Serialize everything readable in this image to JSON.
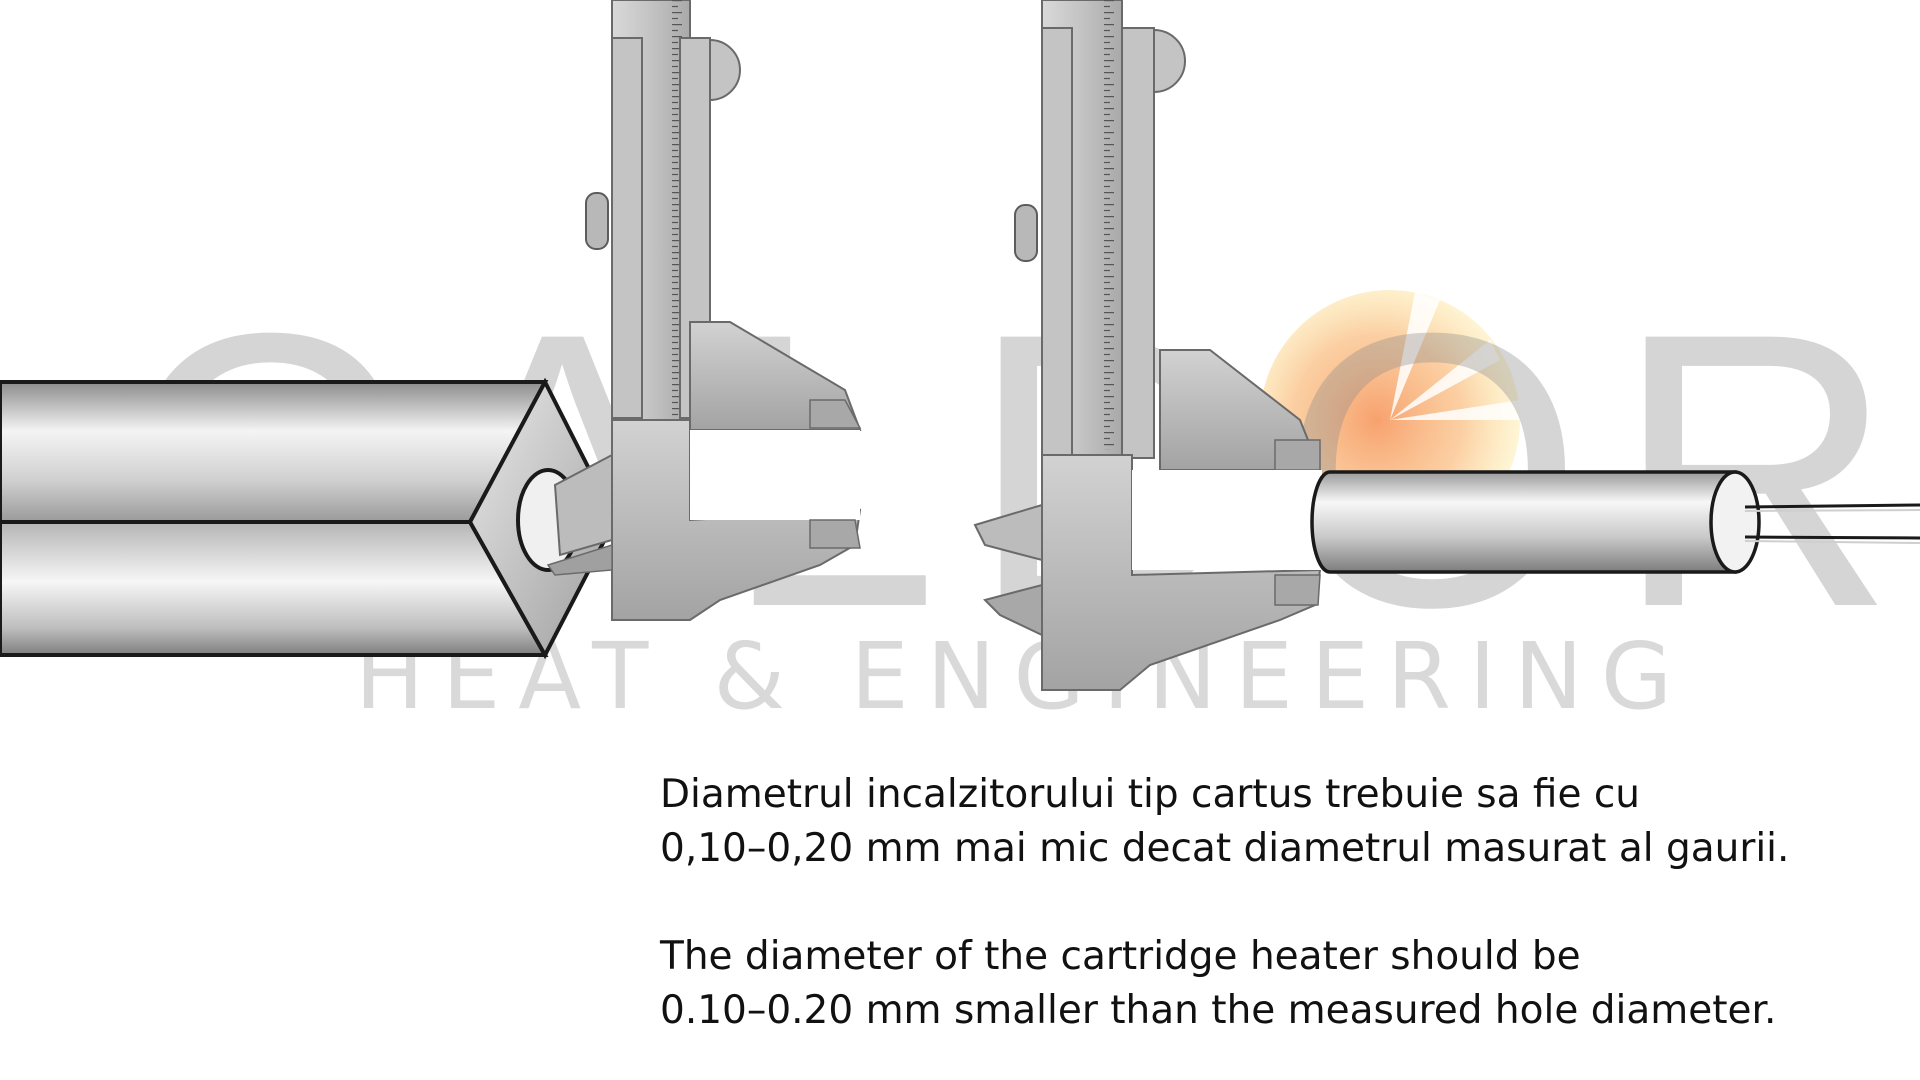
{
  "watermark": {
    "brand": "CALDOR",
    "tagline": "HEAT & ENGINEERING"
  },
  "caption": {
    "ro_line1": "Diametrul incalzitorului tip cartus trebuie sa fie cu",
    "ro_line2": "0,10–0,20 mm mai mic decat diametrul masurat al gaurii.",
    "en_line1": "The diameter of the cartridge heater should be",
    "en_line2": "0.10–0.20 mm smaller than the measured hole diameter."
  },
  "colors": {
    "metal_light": "#f2f2f2",
    "metal_mid": "#c9c9c9",
    "metal_dark": "#8f8f8f",
    "outline": "#1a1a1a",
    "sun_orange": "#f7a25c",
    "sun_yellow": "#fde07a"
  }
}
